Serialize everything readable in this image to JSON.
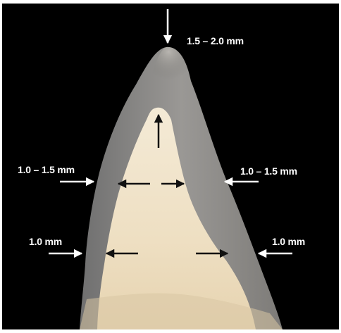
{
  "labels": {
    "incisal": "1.5 – 2.0 mm",
    "middle_left": "1.0 – 1.5 mm",
    "middle_right": "1.0 – 1.5 mm",
    "cervical_left": "1.0 mm",
    "cervical_right": "1.0 mm"
  },
  "colors": {
    "background": "#000000",
    "enamel": "#8a8a8a",
    "dentin": "#eee0c6",
    "arrow_white": "#ffffff",
    "arrow_black": "#111111"
  }
}
